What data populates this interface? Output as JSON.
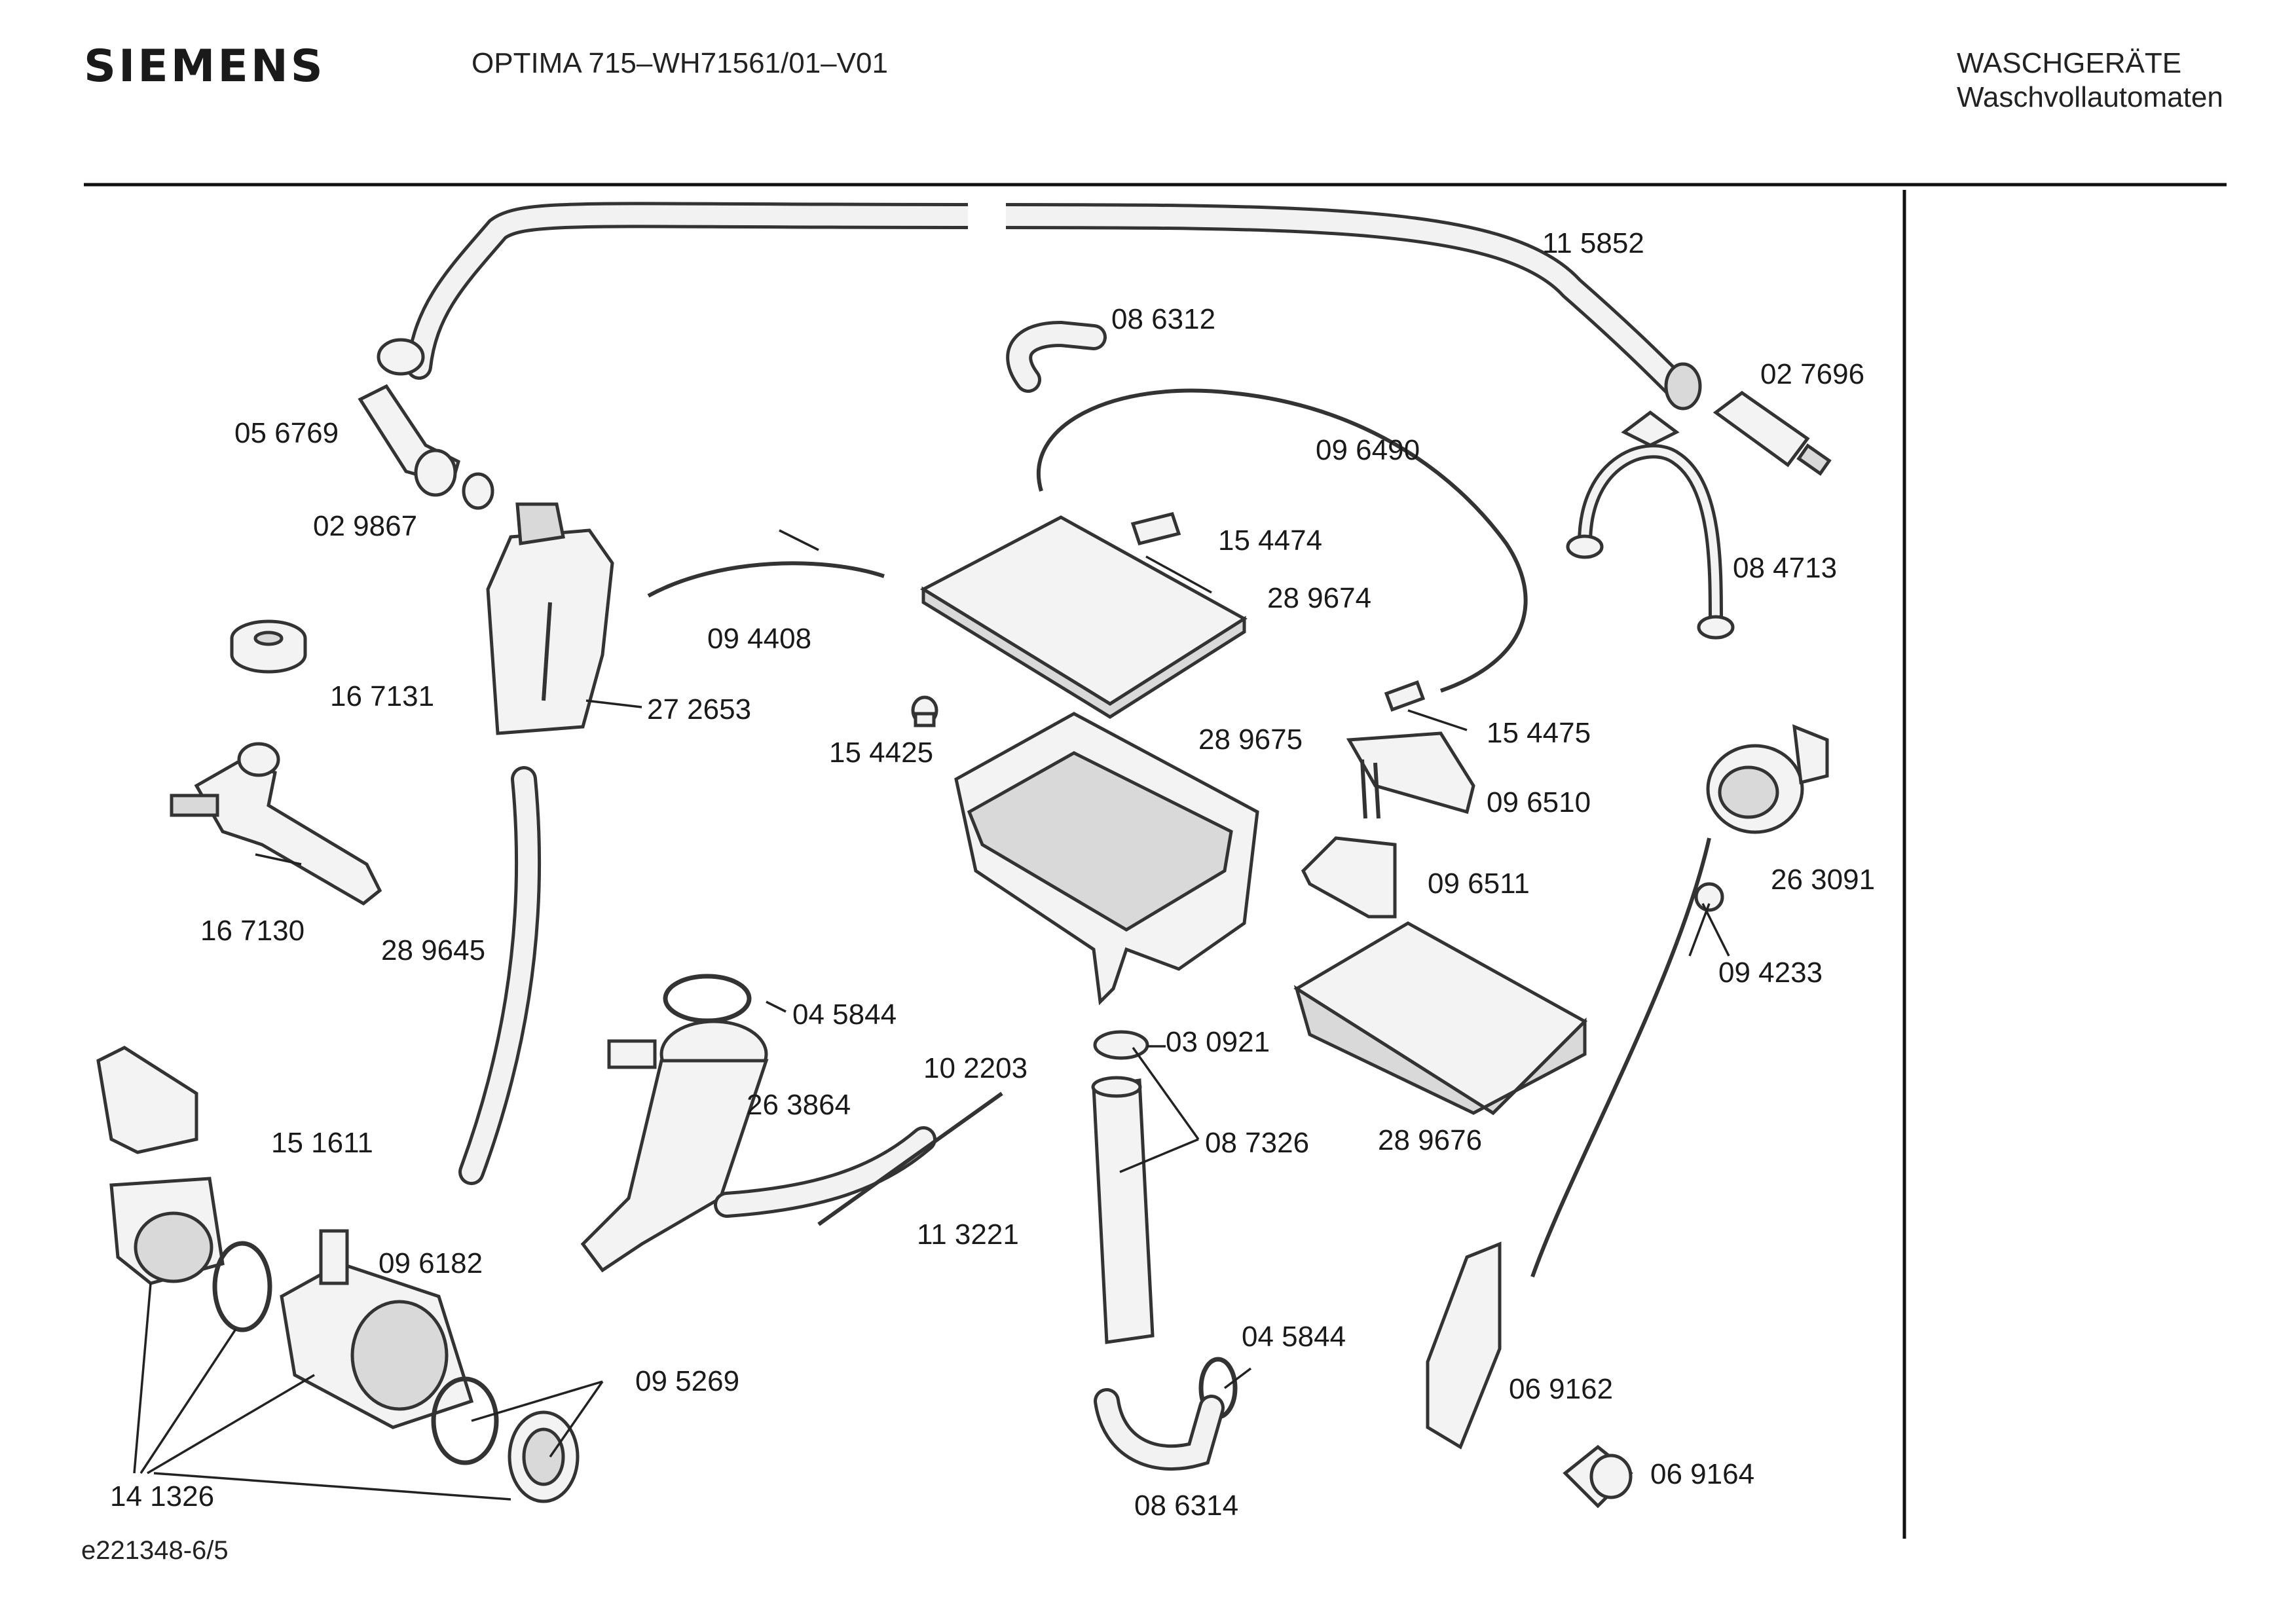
{
  "header": {
    "brand": "SIEMENS",
    "model": "OPTIMA 715–WH71561/01–V01",
    "category": "WASCHGERÄTE",
    "subcategory": "Waschvollautomaten"
  },
  "footer": {
    "drawing_id": "e221348-6/5"
  },
  "parts": [
    {
      "id": "p1",
      "number": "11 5852",
      "icon": "drain-hose-icon"
    },
    {
      "id": "p2",
      "number": "08 6312",
      "icon": "hose-elbow-icon"
    },
    {
      "id": "p3",
      "number": "02 7696",
      "icon": "hose-connector-icon"
    },
    {
      "id": "p4",
      "number": "09 6490",
      "icon": "tube-icon"
    },
    {
      "id": "p5",
      "number": "05 6769",
      "icon": "elbow-icon"
    },
    {
      "id": "p6",
      "number": "02 9867",
      "icon": "seal-ring-icon"
    },
    {
      "id": "p7",
      "number": "15 4474",
      "icon": "clip-icon"
    },
    {
      "id": "p8",
      "number": "08 4713",
      "icon": "hose-holder-icon"
    },
    {
      "id": "p9",
      "number": "28 9674",
      "icon": "dispenser-cover-icon"
    },
    {
      "id": "p10",
      "number": "09 4408",
      "icon": "tube-icon"
    },
    {
      "id": "p11",
      "number": "16 7131",
      "icon": "washer-icon"
    },
    {
      "id": "p12",
      "number": "27 2653",
      "icon": "air-chamber-icon"
    },
    {
      "id": "p13",
      "number": "15 4475",
      "icon": "connector-icon"
    },
    {
      "id": "p14",
      "number": "15 4425",
      "icon": "plug-icon"
    },
    {
      "id": "p15",
      "number": "28 9675",
      "icon": "dispenser-housing-icon"
    },
    {
      "id": "p16",
      "number": "09 6510",
      "icon": "valve-bracket-icon"
    },
    {
      "id": "p17",
      "number": "16 7130",
      "icon": "heater-hose-icon"
    },
    {
      "id": "p18",
      "number": "26 3091",
      "icon": "pressure-switch-icon"
    },
    {
      "id": "p19",
      "number": "09 6511",
      "icon": "siphon-icon"
    },
    {
      "id": "p20",
      "number": "28 9645",
      "icon": "hose-icon"
    },
    {
      "id": "p21",
      "number": "04 5844",
      "icon": "hose-clamp-icon"
    },
    {
      "id": "p22",
      "number": "10 2203",
      "icon": "hose-icon"
    },
    {
      "id": "p23",
      "number": "26 3864",
      "icon": "sump-hose-icon"
    },
    {
      "id": "p24",
      "number": "03 0921",
      "icon": "seal-icon"
    },
    {
      "id": "p25",
      "number": "08 7326",
      "icon": "vent-pipe-icon"
    },
    {
      "id": "p26",
      "number": "09 4233",
      "icon": "pressure-tube-icon"
    },
    {
      "id": "p27",
      "number": "15 1611",
      "icon": "pump-cover-icon"
    },
    {
      "id": "p28",
      "number": "28 9676",
      "icon": "detergent-drawer-icon"
    },
    {
      "id": "p29",
      "number": "11 3221",
      "icon": "wire-icon"
    },
    {
      "id": "p30",
      "number": "09 6182",
      "icon": "pump-housing-icon"
    },
    {
      "id": "p31",
      "number": "09 5269",
      "icon": "filter-icon"
    },
    {
      "id": "p32",
      "number": "04 5844",
      "icon": "hose-clamp-icon"
    },
    {
      "id": "p33",
      "number": "06 9162",
      "icon": "bracket-icon"
    },
    {
      "id": "p34",
      "number": "06 9164",
      "icon": "cap-icon"
    },
    {
      "id": "p35",
      "number": "14 1326",
      "icon": "drain-pump-icon"
    },
    {
      "id": "p36",
      "number": "08 6314",
      "icon": "drain-hose-icon"
    }
  ]
}
